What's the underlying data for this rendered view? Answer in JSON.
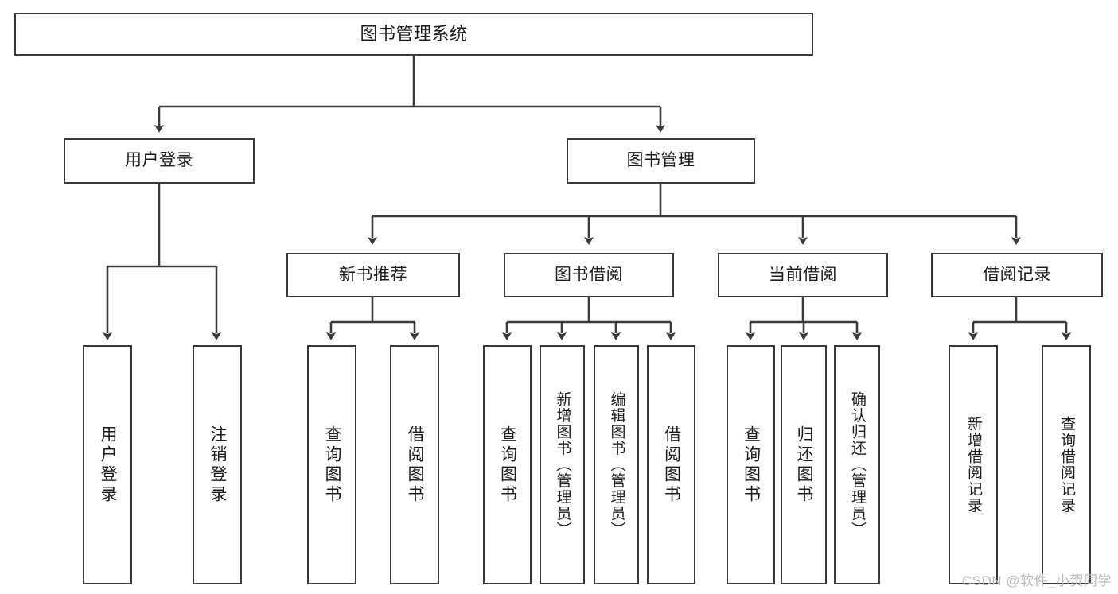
{
  "diagram": {
    "title": "图书管理系统",
    "stroke_color": "#3a3a3a",
    "background": "#ffffff",
    "nodes": {
      "root": "图书管理系统",
      "level2": [
        "用户登录",
        "图书管理"
      ],
      "level3": [
        "新书推荐",
        "图书借阅",
        "当前借阅",
        "借阅记录"
      ],
      "leaves_user_login": [
        "用户登录",
        "注销登录"
      ],
      "leaves_new_book": [
        "查询图书",
        "借阅图书"
      ],
      "leaves_borrow": [
        "查询图书",
        "新增图书（管理员）",
        "编辑图书（管理员）",
        "借阅图书"
      ],
      "leaves_current": [
        "查询图书",
        "归还图书",
        "确认归还（管理员）"
      ],
      "leaves_record": [
        "新增借阅记录",
        "查询借阅记录"
      ]
    }
  },
  "watermark": {
    "text": "CSDN @软件_小贺同学"
  }
}
